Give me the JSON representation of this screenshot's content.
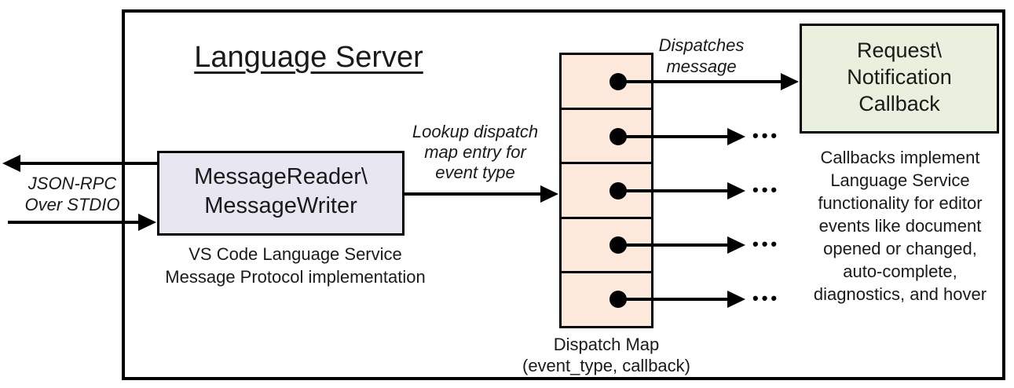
{
  "title": "Language Server",
  "stdio_label": {
    "line1": "JSON-RPC",
    "line2": "Over STDIO"
  },
  "message_box": {
    "line1": "MessageReader\\",
    "line2": "MessageWriter"
  },
  "message_box_caption": {
    "line1": "VS Code Language Service",
    "line2": "Message Protocol implementation"
  },
  "lookup_label": {
    "line1": "Lookup dispatch",
    "line2": "map entry for",
    "line3": "event type"
  },
  "dispatches_label": {
    "line1": "Dispatches",
    "line2": "message"
  },
  "dispatch_map": {
    "caption_line1": "Dispatch Map",
    "caption_line2": "(event_type, callback)",
    "cell_count": 5
  },
  "callback_box": {
    "line1": "Request\\",
    "line2": "Notification",
    "line3": "Callback"
  },
  "callbacks_note": {
    "line1": "Callbacks implement",
    "line2": "Language Service",
    "line3": "functionality for editor",
    "line4": "events like document",
    "line5": "opened or changed,",
    "line6": "auto-complete,",
    "line7": "diagnostics, and hover"
  },
  "ellipsis": "•••",
  "colors": {
    "message_box_fill": "#e8e6f0",
    "dispatch_cell_fill": "#fce9dc",
    "callback_box_fill": "#e9f0de",
    "stroke": "#000000"
  }
}
